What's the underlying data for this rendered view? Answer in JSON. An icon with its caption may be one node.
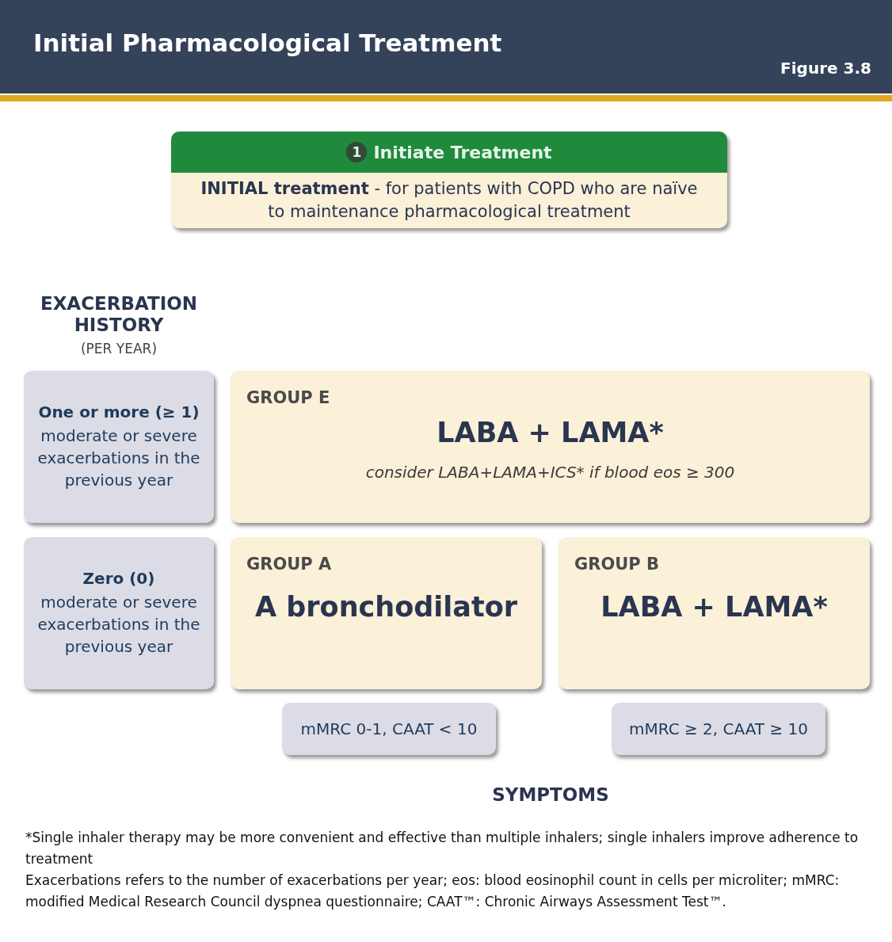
{
  "diagram": {
    "title": "Initial Pharmacological Treatment",
    "nodes": [
      {
        "text": [
          "1",
          "Initiate Treatment",
          "**INITIAL treatment** - for patients with COPD who are naïve to maintenance pharmacological treatment"
        ]
      },
      {
        "text": [
          "One or more (≥ 1)",
          "moderate or severe exacerbations in the previous year"
        ]
      },
      {
        "text": [
          "GROUP E",
          "LABA + LAMA*",
          "consider LABA+LAMA+ICS* if blood eos ≥ 300"
        ]
      },
      {
        "text": [
          "Zero (0)",
          "moderate or severe exacerbations in the previous year"
        ]
      },
      {
        "text": [
          "GROUP A",
          "A bronchodilator"
        ]
      },
      {
        "text": [
          "GROUP B",
          "LABA + LAMA*"
        ]
      },
      {
        "text": [
          "mMRC 0-1, CAAT < 10"
        ]
      },
      {
        "text": [
          "mMRC ≥ 2, CAAT ≥ 10"
        ]
      }
    ],
    "edges": [],
    "labels": [
      "Figure 3.8",
      "EXACERBATION HISTORY",
      "(PER YEAR)",
      "SYMPTOMS",
      "*Single inhaler therapy may be more convenient and effective than multiple inhalers; single inhalers improve adherence to treatment",
      "Exacerbations refers to the number of exacerbations per year; eos: blood eosinophil count in cells per microliter; mMRC: modified Medical Research Council dyspnea questionnaire; CAAT™: Chronic Airways Assessment Test™."
    ]
  }
}
